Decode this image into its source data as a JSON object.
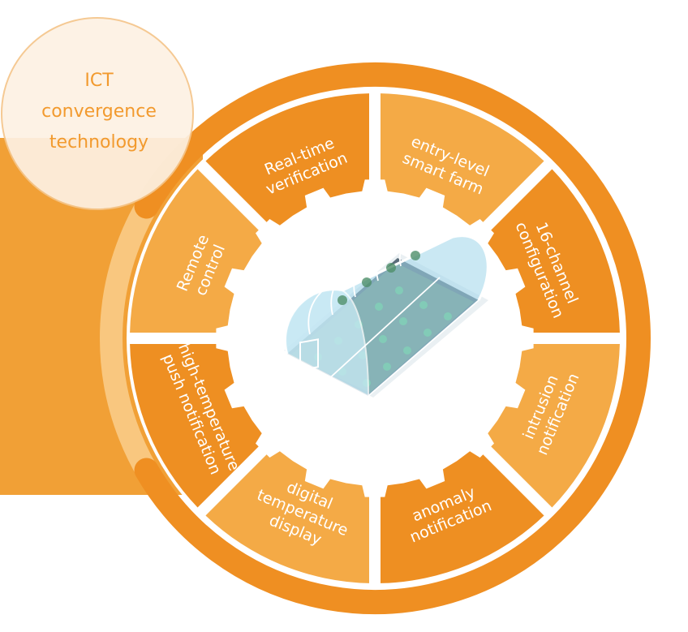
{
  "badge": {
    "lines": [
      "ICT",
      "convergence",
      "technology"
    ]
  },
  "segments": [
    {
      "name": "real-time-verification",
      "lines": [
        "Real-time",
        "verification"
      ],
      "color": "#ee8f22"
    },
    {
      "name": "entry-level-smart-farm",
      "lines": [
        "entry-level",
        "smart farm"
      ],
      "color": "#f4aa46"
    },
    {
      "name": "16-channel-configuration",
      "lines": [
        "16-channel",
        "configuration"
      ],
      "color": "#ee8f22"
    },
    {
      "name": "intrusion-notification",
      "lines": [
        "intrusion",
        "notification"
      ],
      "color": "#f4aa46"
    },
    {
      "name": "anomaly-notification",
      "lines": [
        "anomaly",
        "notification"
      ],
      "color": "#ee8f22"
    },
    {
      "name": "digital-temperature-display",
      "lines": [
        "digital",
        "temperature",
        "display"
      ],
      "color": "#f4aa46"
    },
    {
      "name": "high-temperature-push-notification",
      "lines": [
        "high-temperature",
        "push notification"
      ],
      "color": "#ee8f22"
    },
    {
      "name": "remote-control",
      "lines": [
        "Remote",
        "control"
      ],
      "color": "#f4aa46"
    }
  ],
  "colors": {
    "ring_dark": "#ef8f22",
    "ring_light": "#f9c77f",
    "side_band": "#f1a036",
    "segment_dark": "#ee8f22",
    "segment_light": "#f4aa46",
    "badge_fill": "#fdf1e3",
    "badge_stroke": "#f5c58a",
    "badge_text": "#f29a2e"
  },
  "icons": {
    "center": "greenhouse-icon"
  }
}
